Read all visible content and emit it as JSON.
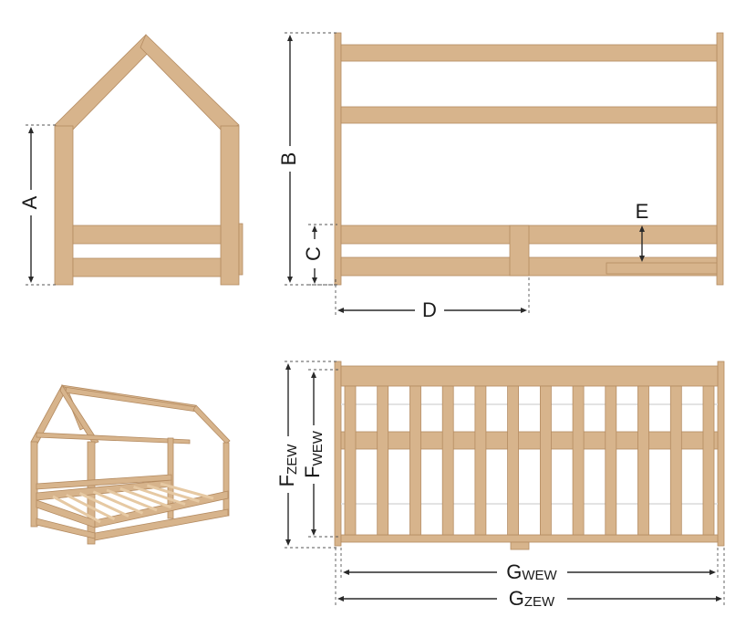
{
  "colors": {
    "wood": "#d7b48c",
    "wood_dark": "#b48b61",
    "wood_light": "#e6c9a3",
    "line": "#2a2a2a"
  },
  "dimensions": {
    "a": "A",
    "b": "B",
    "c": "C",
    "d": "D",
    "e": "E",
    "f_zew_main": "F",
    "f_zew_sub": "ZEW",
    "f_wew_main": "F",
    "f_wew_sub": "WEW",
    "g_wew_main": "G",
    "g_wew_sub": "WEW",
    "g_zew_main": "G",
    "g_zew_sub": "ZEW"
  }
}
